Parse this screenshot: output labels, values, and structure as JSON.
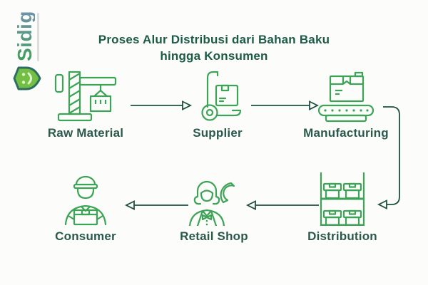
{
  "logo": {
    "text": "Sidig",
    "icon": "sidig-shield-smiley-icon"
  },
  "title": {
    "line1": "Proses Alur Distribusi dari Bahan Baku",
    "line2": "hingga Konsumen"
  },
  "flow": {
    "nodes": [
      {
        "id": "raw-material",
        "label": "Raw Material",
        "icon": "crane-icon"
      },
      {
        "id": "supplier",
        "label": "Supplier",
        "icon": "hand-truck-icon"
      },
      {
        "id": "manufacturing",
        "label": "Manufacturing",
        "icon": "conveyor-box-icon"
      },
      {
        "id": "distribution",
        "label": "Distribution",
        "icon": "storage-rack-icon"
      },
      {
        "id": "retail-shop",
        "label": "Retail Shop",
        "icon": "shop-assistant-phone-icon"
      },
      {
        "id": "consumer",
        "label": "Consumer",
        "icon": "courier-with-box-icon"
      }
    ],
    "arrows": [
      {
        "from": "Raw Material",
        "to": "Supplier"
      },
      {
        "from": "Supplier",
        "to": "Manufacturing"
      },
      {
        "from": "Manufacturing",
        "to": "Distribution"
      },
      {
        "from": "Distribution",
        "to": "Retail Shop"
      },
      {
        "from": "Retail Shop",
        "to": "Consumer"
      }
    ]
  },
  "colors": {
    "icon_green": "#3da457",
    "arrow_dark_teal": "#1f5143",
    "title_dark_green": "#1d5b49",
    "label_dark_green": "#2b594c",
    "logo_gradient_start": "#3fa05c",
    "logo_gradient_end": "#6e93ab",
    "background": "#fcfcfa"
  }
}
